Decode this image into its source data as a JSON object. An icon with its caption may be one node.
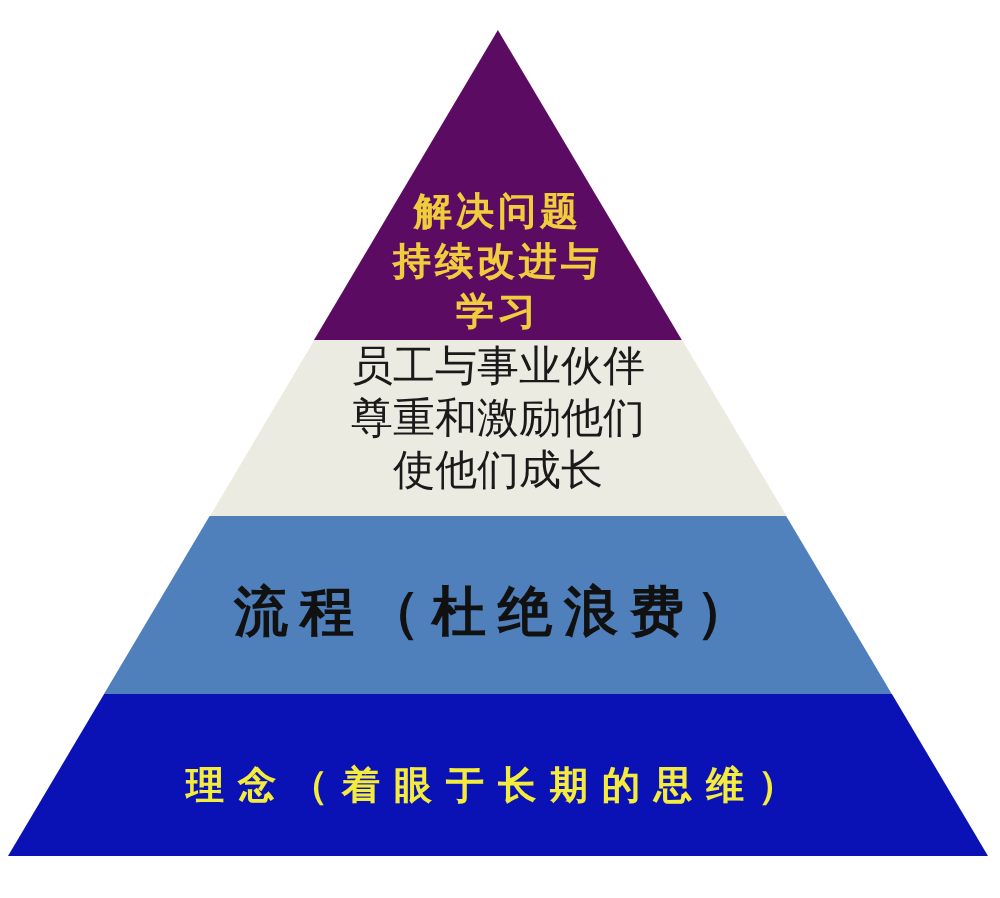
{
  "diagram": {
    "nodes": [
      {
        "text": [
          "解决问题",
          "持续改进与学习"
        ]
      },
      {
        "text": [
          "员工与事业伙伴尊重和激励他们使他们成长"
        ]
      },
      {
        "text": [
          "流程（杜绝浪费）"
        ]
      },
      {
        "text": [
          "理念（着眼于长期的思维）"
        ]
      }
    ]
  }
}
